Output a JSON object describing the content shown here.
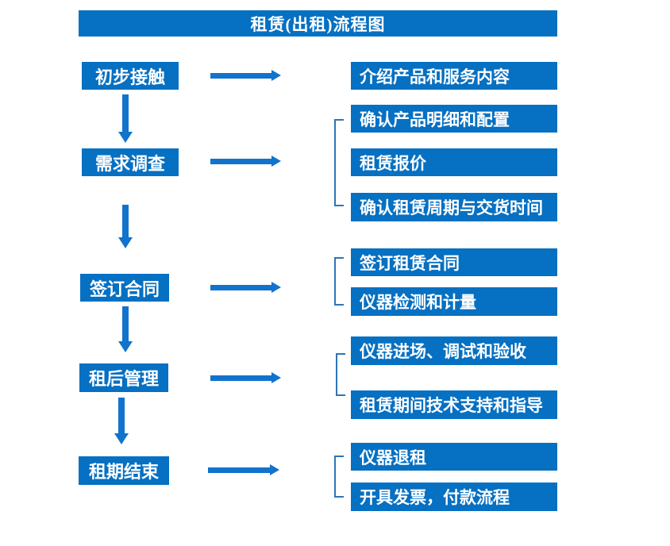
{
  "title": "租赁(出租)流程图",
  "colors": {
    "box_blue": "#0670c2",
    "arrow_blue": "#1173cc",
    "bracket_blue": "#2e75b6",
    "text_white": "#ffffff",
    "background": "#ffffff"
  },
  "icons": {
    "down_arrow": "down-arrow",
    "right_arrow": "right-arrow",
    "group_bracket": "left-square-bracket"
  },
  "stages": [
    {
      "label": "初步接触",
      "details": [
        "介绍产品和服务内容"
      ]
    },
    {
      "label": "需求调查",
      "details": [
        "确认产品明细和配置",
        "租赁报价",
        "确认租赁周期与交货时间"
      ]
    },
    {
      "label": "签订合同",
      "details": [
        "签订租赁合同",
        "仪器检测和计量"
      ]
    },
    {
      "label": "租后管理",
      "details": [
        "仪器进场、调试和验收",
        "租赁期间技术支持和指导"
      ]
    },
    {
      "label": "租期结束",
      "details": [
        "仪器退租",
        "开具发票，付款流程"
      ]
    }
  ]
}
